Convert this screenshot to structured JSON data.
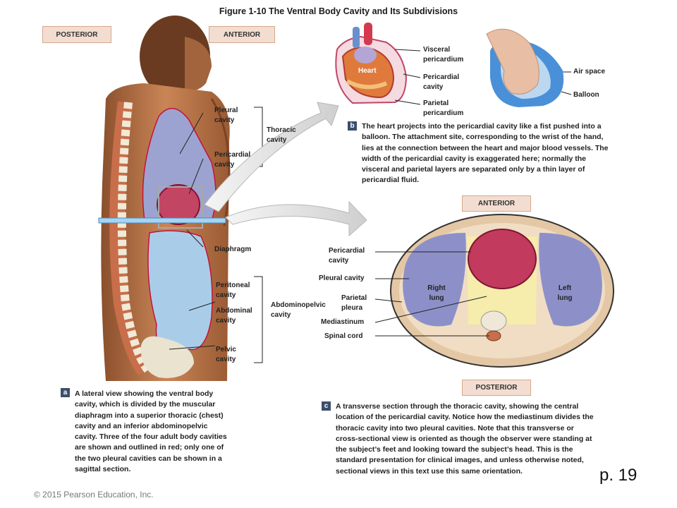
{
  "title": "Figure 1-10  The Ventral Body Cavity and Its Subdivisions",
  "panel_a": {
    "tag_posterior": "POSTERIOR",
    "tag_anterior": "ANTERIOR",
    "labels": {
      "pleural": "Pleural cavity",
      "pericardial": "Pericardial cavity",
      "thoracic": "Thoracic cavity",
      "diaphragm": "Diaphragm",
      "peritoneal": "Peritoneal cavity",
      "abdominal": "Abdominal cavity",
      "abdominopelvic": "Abdominopelvic cavity",
      "pelvic": "Pelvic cavity"
    },
    "badge": "a",
    "caption": "A lateral view showing the ventral body cavity, which is divided by the muscular diaphragm into a superior thoracic (chest) cavity and an inferior abdominopelvic cavity. Three of the four adult body cavities are shown and outlined in red; only one of the two pleural cavities can be shown in a sagittal section."
  },
  "panel_b": {
    "labels": {
      "heart": "Heart",
      "visceral": "Visceral pericardium",
      "pericardial": "Pericardial cavity",
      "parietal": "Parietal pericardium",
      "air": "Air space",
      "balloon": "Balloon"
    },
    "badge": "b",
    "caption": "The heart projects into the pericardial cavity like a fist pushed into a balloon. The attachment site, corresponding to the wrist of the hand, lies at the connection between the heart and major blood vessels. The width of the pericardial cavity is exaggerated here; normally the visceral and parietal layers are separated only by a thin layer of pericardial fluid."
  },
  "panel_c": {
    "tag_anterior": "ANTERIOR",
    "tag_posterior": "POSTERIOR",
    "labels": {
      "pericardial": "Pericardial cavity",
      "pleural": "Pleural cavity",
      "parietal": "Parietal pleura",
      "mediastinum": "Mediastinum",
      "spinal": "Spinal cord",
      "right_lung": "Right lung",
      "left_lung": "Left lung"
    },
    "badge": "c",
    "caption": "A transverse section through the thoracic cavity, showing the central location of the pericardial cavity. Notice how the mediastinum divides the thoracic cavity into two pleural cavities. Note that this transverse or cross-sectional view is oriented as though the observer were standing at the subject’s feet and looking toward the subject’s head. This is the standard presentation for clinical images, and unless otherwise noted, sectional views in this text use this same orientation."
  },
  "footer": {
    "copyright": "© 2015 Pearson Education, Inc.",
    "page": "p. 19"
  }
}
